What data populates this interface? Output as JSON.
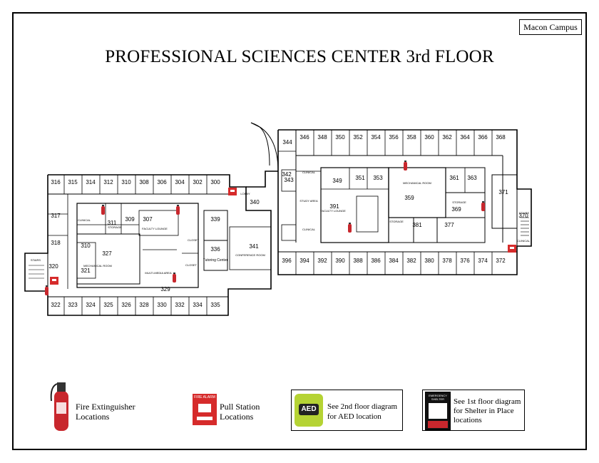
{
  "map": {
    "campus_label": "Macon Campus",
    "title": "PROFESSIONAL SCIENCES CENTER 3rd FLOOR",
    "rooms": {
      "west_north": [
        "316",
        "315",
        "314",
        "312",
        "310",
        "308",
        "306",
        "304",
        "302",
        "300"
      ],
      "west_south": [
        "322",
        "323",
        "324",
        "325",
        "326",
        "328",
        "330",
        "332",
        "334",
        "335"
      ],
      "west_left": [
        "317",
        "318",
        "320"
      ],
      "west_interior": [
        "310",
        "321",
        "327",
        "329",
        "307",
        "339",
        "336",
        "311",
        "309"
      ],
      "center": [
        "340",
        "341",
        "342",
        "343",
        "344"
      ],
      "east_north": [
        "346",
        "348",
        "350",
        "352",
        "354",
        "356",
        "358",
        "360",
        "362",
        "364",
        "366",
        "368"
      ],
      "east_south": [
        "396",
        "394",
        "392",
        "390",
        "388",
        "386",
        "384",
        "382",
        "380",
        "378",
        "376",
        "374",
        "372"
      ],
      "east_interior": [
        "349",
        "351",
        "353",
        "359",
        "361",
        "363",
        "371",
        "369",
        "381",
        "377",
        "391"
      ],
      "east_right": [
        "370"
      ]
    },
    "area_labels": {
      "tutoring": "Tutoring Center",
      "lobby": "LOBBY",
      "conference": "CONFERENCE ROOM",
      "mechanical_west": "MECHANICAL ROOM",
      "mechanical_east": "MECHANICAL ROOM",
      "multi_media": "MULTI-MEDIA AREA",
      "faculty_lounge": "FACULTY LOUNGE",
      "faculty_lounge_east": "FACULTY LOUNGE",
      "clinical_1": "CLINICAL",
      "clinical_2": "CLINICAL",
      "clinical_3": "CLINICAL",
      "clinical_4": "CLINICAL",
      "closet_1": "CLOSET",
      "closet_2": "CLOSET",
      "storage_1": "STORAGE",
      "storage_2": "STORAGE",
      "storage_3": "STORAGE",
      "study_area": "STUDY AREA",
      "stairs_w": "STAIRS",
      "stairs_e": "STAIRS"
    }
  },
  "legend": {
    "fire_extinguisher": "Fire Extinguisher\nLocations",
    "pull_station": "Pull Station\nLocations",
    "pull_station_sign": "FIRE ALARM",
    "aed_badge": "AED",
    "aed_text": "See 2nd floor diagram\nfor AED location",
    "shelter_sign": "EMERGENCY SHELTER",
    "shelter_text": "See 1st floor diagram\nfor Shelter in Place\nlocations"
  },
  "colors": {
    "extinguisher_red": "#c8272d",
    "pull_station_red": "#d62b2b",
    "aed_green": "#b5d334",
    "wall": "#000000"
  }
}
